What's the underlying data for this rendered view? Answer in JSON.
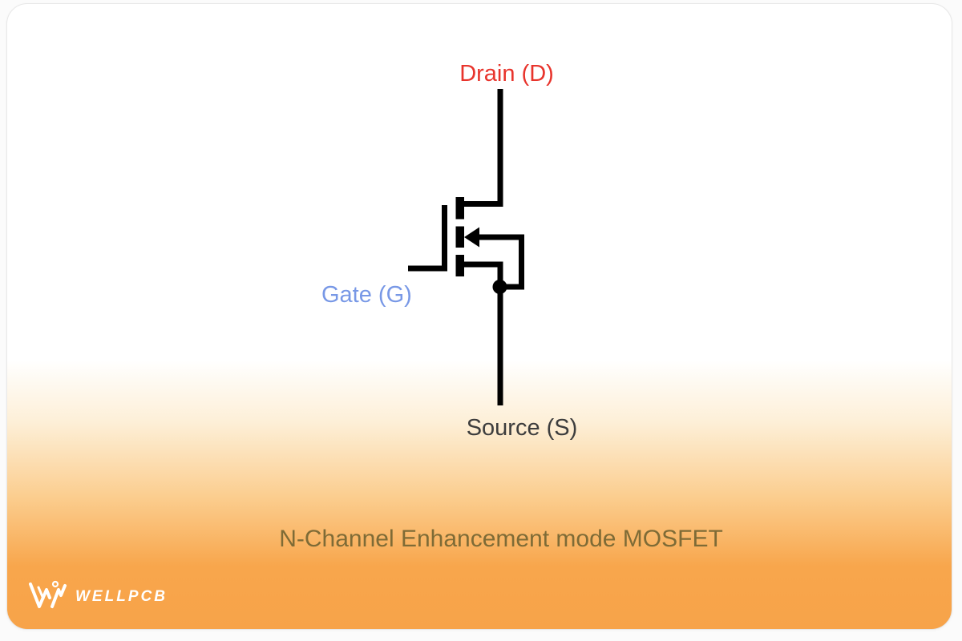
{
  "colors": {
    "red": "#e8342c",
    "blue": "#7898e6",
    "dark": "#3d3d3d",
    "olive": "#7e6b36",
    "orange": "#f8a64c",
    "black": "#000000",
    "white": "#ffffff",
    "card_border": "#e7e7e7",
    "page_bg": "#fbfbfb"
  },
  "diagram": {
    "type": "circuit-schematic",
    "component": "N-Channel Enhancement mode MOSFET symbol",
    "labels": {
      "drain": {
        "text": "Drain (D)",
        "color": "#e8342c"
      },
      "gate": {
        "text": "Gate (G)",
        "color": "#7898e6"
      },
      "source": {
        "text": "Source (S)",
        "color": "#3d3d3d"
      }
    },
    "caption": {
      "text": "N-Channel Enhancement mode MOSFET",
      "color": "#7e6b36"
    },
    "symbol": {
      "color": "#000000",
      "parts": [
        "drain-lead",
        "gate-lead",
        "source-lead",
        "channel-bars",
        "body-arrow-left",
        "body-to-source-junction-dot"
      ]
    }
  },
  "branding": {
    "logo_text": "WELLPCB",
    "logo_icon": "wellpcb-w-icon",
    "color": "#ffffff"
  }
}
